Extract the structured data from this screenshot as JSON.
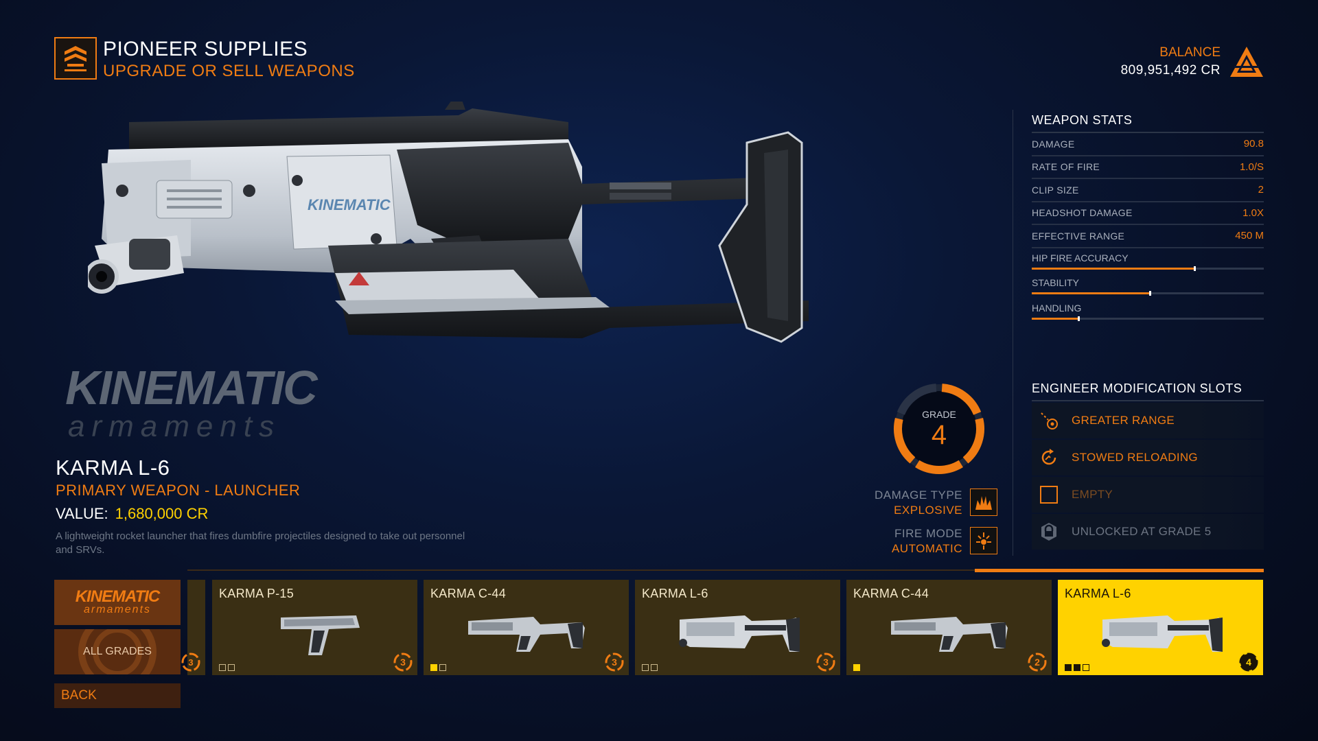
{
  "header": {
    "vendor_title": "PIONEER SUPPLIES",
    "vendor_subtitle": "UPGRADE OR SELL WEAPONS",
    "balance_label": "BALANCE",
    "balance_value": "809,951,492 CR"
  },
  "brand": {
    "name": "KINEMATIC",
    "sub": "armaments"
  },
  "item": {
    "name": "KARMA L-6",
    "type": "PRIMARY WEAPON - LAUNCHER",
    "value_label": "VALUE:",
    "value_amount": "1,680,000 CR",
    "description": "A lightweight rocket launcher that fires dumbfire projectiles designed to take out personnel and SRVs.",
    "grade_label": "GRADE",
    "grade_value": "4",
    "grade_fraction": 0.8,
    "damage_type_label": "DAMAGE TYPE",
    "damage_type_value": "EXPLOSIVE",
    "fire_mode_label": "FIRE MODE",
    "fire_mode_value": "AUTOMATIC",
    "weapon_brand_marking": "KINEMATIC"
  },
  "stats": {
    "title": "WEAPON STATS",
    "rows": [
      {
        "name": "DAMAGE",
        "value": "90.8"
      },
      {
        "name": "RATE OF FIRE",
        "value": "1.0/S"
      },
      {
        "name": "CLIP SIZE",
        "value": "2"
      },
      {
        "name": "HEADSHOT DAMAGE",
        "value": "1.0X"
      },
      {
        "name": "EFFECTIVE RANGE",
        "value": "450 M"
      }
    ],
    "bars": [
      {
        "name": "HIP FIRE ACCURACY",
        "fill": 0.7,
        "base": 0.7
      },
      {
        "name": "STABILITY",
        "fill": 0.51,
        "base": 0.51
      },
      {
        "name": "HANDLING",
        "fill": 0.2,
        "base": 0.2
      }
    ]
  },
  "mods": {
    "title": "ENGINEER MODIFICATION SLOTS",
    "slots": [
      {
        "label": "GREATER RANGE",
        "icon": "range-icon",
        "state": "active"
      },
      {
        "label": "STOWED RELOADING",
        "icon": "reload-icon",
        "state": "active"
      },
      {
        "label": "EMPTY",
        "icon": "empty-slot-icon",
        "state": "empty"
      },
      {
        "label": "UNLOCKED AT GRADE 5",
        "icon": "lock-icon",
        "state": "locked"
      }
    ]
  },
  "filters": {
    "brand_top": "KINEMATIC",
    "brand_bottom": "armaments",
    "all_grades": "ALL GRADES",
    "back": "BACK"
  },
  "carousel": {
    "partial_grade": "3",
    "cards": [
      {
        "name": "KARMA P-15",
        "grade": "3",
        "pips": [
          false,
          false
        ],
        "kind": "pistol",
        "selected": false
      },
      {
        "name": "KARMA C-44",
        "grade": "3",
        "pips": [
          true,
          false
        ],
        "kind": "smg",
        "selected": false
      },
      {
        "name": "KARMA L-6",
        "grade": "3",
        "pips": [
          false,
          false
        ],
        "kind": "launcher",
        "selected": false
      },
      {
        "name": "KARMA C-44",
        "grade": "2",
        "pips": [
          true
        ],
        "kind": "smg",
        "selected": false
      },
      {
        "name": "KARMA L-6",
        "grade": "4",
        "pips": [
          true,
          true,
          false
        ],
        "kind": "launcher",
        "selected": true
      }
    ]
  },
  "colors": {
    "accent": "#f07c13",
    "highlight": "#ffd200",
    "background": "#0a1736"
  }
}
